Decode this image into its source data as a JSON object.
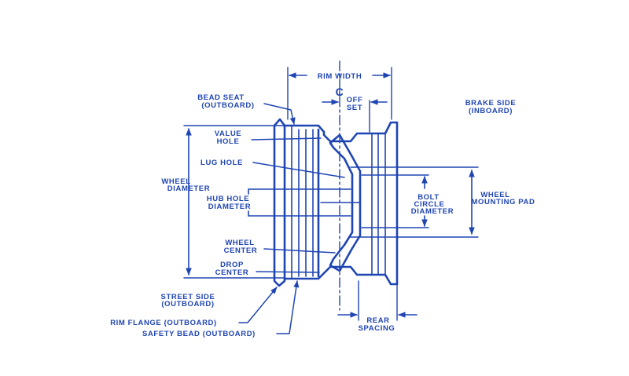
{
  "colors": {
    "ink": "#1f45b3",
    "background": "#ffffff"
  },
  "labels": {
    "rim_width": "RIM WIDTH",
    "centerline_symbol": "₵",
    "offset_1": "OFF",
    "offset_2": "SET",
    "bead_seat_1": "BEAD SEAT",
    "bead_seat_2": "(OUTBOARD)",
    "brake_side_1": "BRAKE SIDE",
    "brake_side_2": "(INBOARD)",
    "valve_hole_1": "VALUE",
    "valve_hole_2": "HOLE",
    "lug_hole": "LUG HOLE",
    "wheel_diameter_1": "WHEEL",
    "wheel_diameter_2": "DIAMETER",
    "hub_hole_1": "HUB HOLE",
    "hub_hole_2": "DIAMETER",
    "bolt_circle_1": "BOLT",
    "bolt_circle_2": "CIRCLE",
    "bolt_circle_3": "DIAMETER",
    "mounting_pad_1": "WHEEL",
    "mounting_pad_2": "MOUNTING PAD",
    "wheel_center_1": "WHEEL",
    "wheel_center_2": "CENTER",
    "drop_center_1": "DROP",
    "drop_center_2": "CENTER",
    "street_side_1": "STREET SIDE",
    "street_side_2": "(OUTBOARD)",
    "rim_flange": "RIM FLANGE (OUTBOARD)",
    "safety_bead": "SAFETY BEAD (OUTBOARD)",
    "rear_spacing_1": "REAR",
    "rear_spacing_2": "SPACING"
  }
}
